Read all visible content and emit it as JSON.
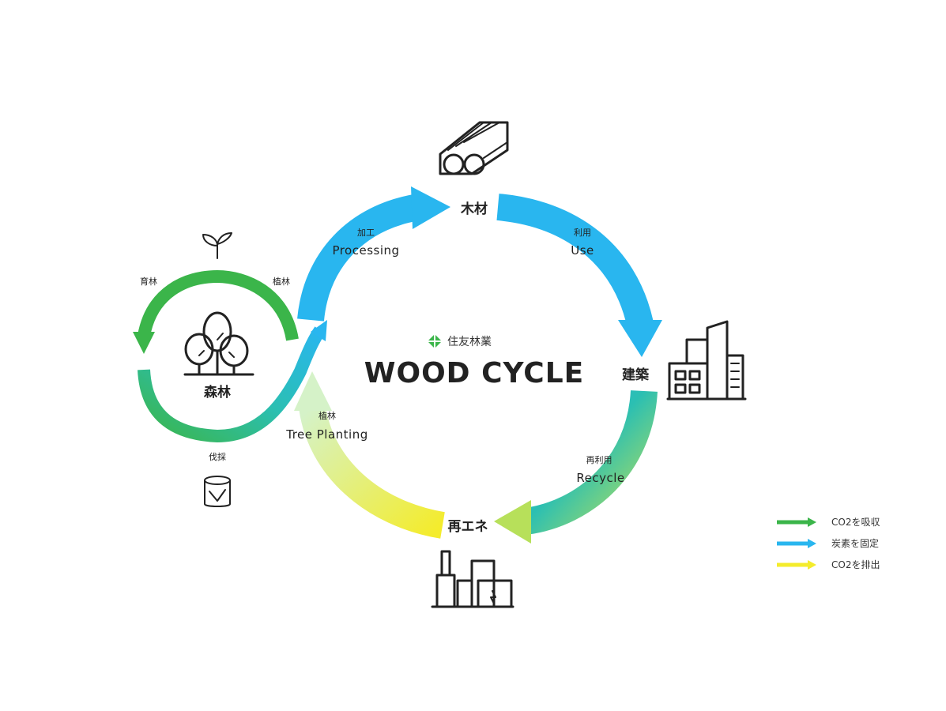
{
  "brand": {
    "name": "住友林業"
  },
  "title": "WOOD CYCLE",
  "colors": {
    "green": "#3bb54a",
    "blue": "#29b6ef",
    "yellow": "#f4ec2c",
    "teal": "#2bbfb2",
    "text": "#222222"
  },
  "nodes": {
    "timber": {
      "jp": "木材",
      "icon": "timber-logs-icon"
    },
    "building": {
      "jp": "建築",
      "icon": "building-icon"
    },
    "energy": {
      "jp": "再エネ",
      "icon": "factory-icon"
    },
    "forest": {
      "jp": "森林",
      "icon": "trees-icon"
    }
  },
  "arrows": {
    "processing": {
      "jp": "加工",
      "en": "Processing"
    },
    "use": {
      "jp": "利用",
      "en": "Use"
    },
    "recycle": {
      "jp": "再利用",
      "en": "Recycle"
    },
    "planting": {
      "jp": "植林",
      "en": "Tree Planting"
    }
  },
  "forest_cycle": {
    "grow": {
      "jp": "育林",
      "icon": "seedling-icon"
    },
    "plant": {
      "jp": "植林"
    },
    "harvest": {
      "jp": "伐採",
      "icon": "stump-icon"
    }
  },
  "legend": [
    {
      "text": "CO2を吸収",
      "color": "#3bb54a"
    },
    {
      "text": "炭素を固定",
      "color": "#29b6ef"
    },
    {
      "text": "CO2を排出",
      "color": "#f4ec2c"
    }
  ]
}
